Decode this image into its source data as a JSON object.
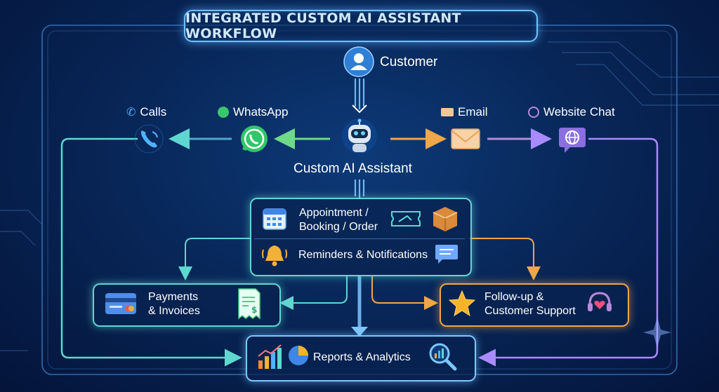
{
  "title": "INTEGRATED CUSTOM AI ASSISTANT WORKFLOW",
  "customer": {
    "label": "Customer",
    "icon": "user-icon"
  },
  "assistant": {
    "label": "Custom AI Assistant",
    "icon": "robot-icon"
  },
  "channels": {
    "calls": {
      "label": "Calls",
      "icon": "phone-icon"
    },
    "whatsapp": {
      "label": "WhatsApp",
      "icon": "whatsapp-icon"
    },
    "email": {
      "label": "Email",
      "icon": "envelope-icon"
    },
    "website_chat": {
      "label": "Website Chat",
      "icon": "chat-globe-icon"
    }
  },
  "center_box": {
    "booking_line1": "Appointment /",
    "booking_line2": "Booking / Order",
    "reminders": "Reminders & Notifications"
  },
  "payments": {
    "line1": "Payments",
    "line2": "& Invoices"
  },
  "followup": {
    "line1": "Follow-up &",
    "line2": "Customer Support"
  },
  "reports": {
    "label": "Reports & Analytics"
  },
  "colors": {
    "teal": "#5fd7d0",
    "orange": "#f0a64a",
    "purple": "#9a7cf0",
    "blue": "#7cc7ff",
    "green": "#6fd98a"
  }
}
